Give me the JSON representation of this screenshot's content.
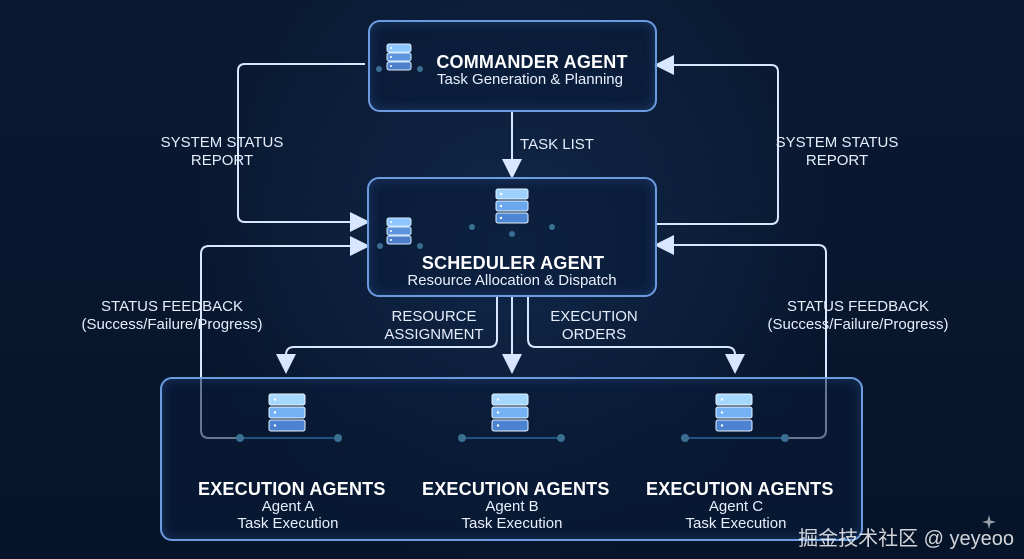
{
  "nodes": {
    "commander": {
      "title": "COMMANDER AGENT",
      "subtitle": "Task Generation & Planning"
    },
    "scheduler": {
      "title": "SCHEDULER AGENT",
      "subtitle": "Resource Allocation & Dispatch"
    },
    "execution": [
      {
        "title": "EXECUTION AGENTS",
        "subtitle1": "Agent A",
        "subtitle2": "Task Execution"
      },
      {
        "title": "EXECUTION AGENTS",
        "subtitle1": "Agent B",
        "subtitle2": "Task Execution"
      },
      {
        "title": "EXECUTION AGENTS",
        "subtitle1": "Agent C",
        "subtitle2": "Task Execution"
      }
    ]
  },
  "edges": {
    "system_status_left": "SYSTEM STATUS\nREPORT",
    "system_status_right": "SYSTEM STATUS\nREPORT",
    "task_list": "TASK LIST",
    "status_feedback_left": "STATUS FEEDBACK\n(Success/Failure/Progress)",
    "status_feedback_right": "STATUS FEEDBACK\n(Success/Failure/Progress)",
    "resource_assignment": "RESOURCE\nASSIGNMENT",
    "execution_orders": "EXECUTION\nORDERS"
  },
  "watermark": "掘金技术社区 @ yeyeoo",
  "colors": {
    "background": "#07152b",
    "accent": "#6d9be0",
    "glow": "#4db8ff",
    "text": "#ffffff"
  }
}
